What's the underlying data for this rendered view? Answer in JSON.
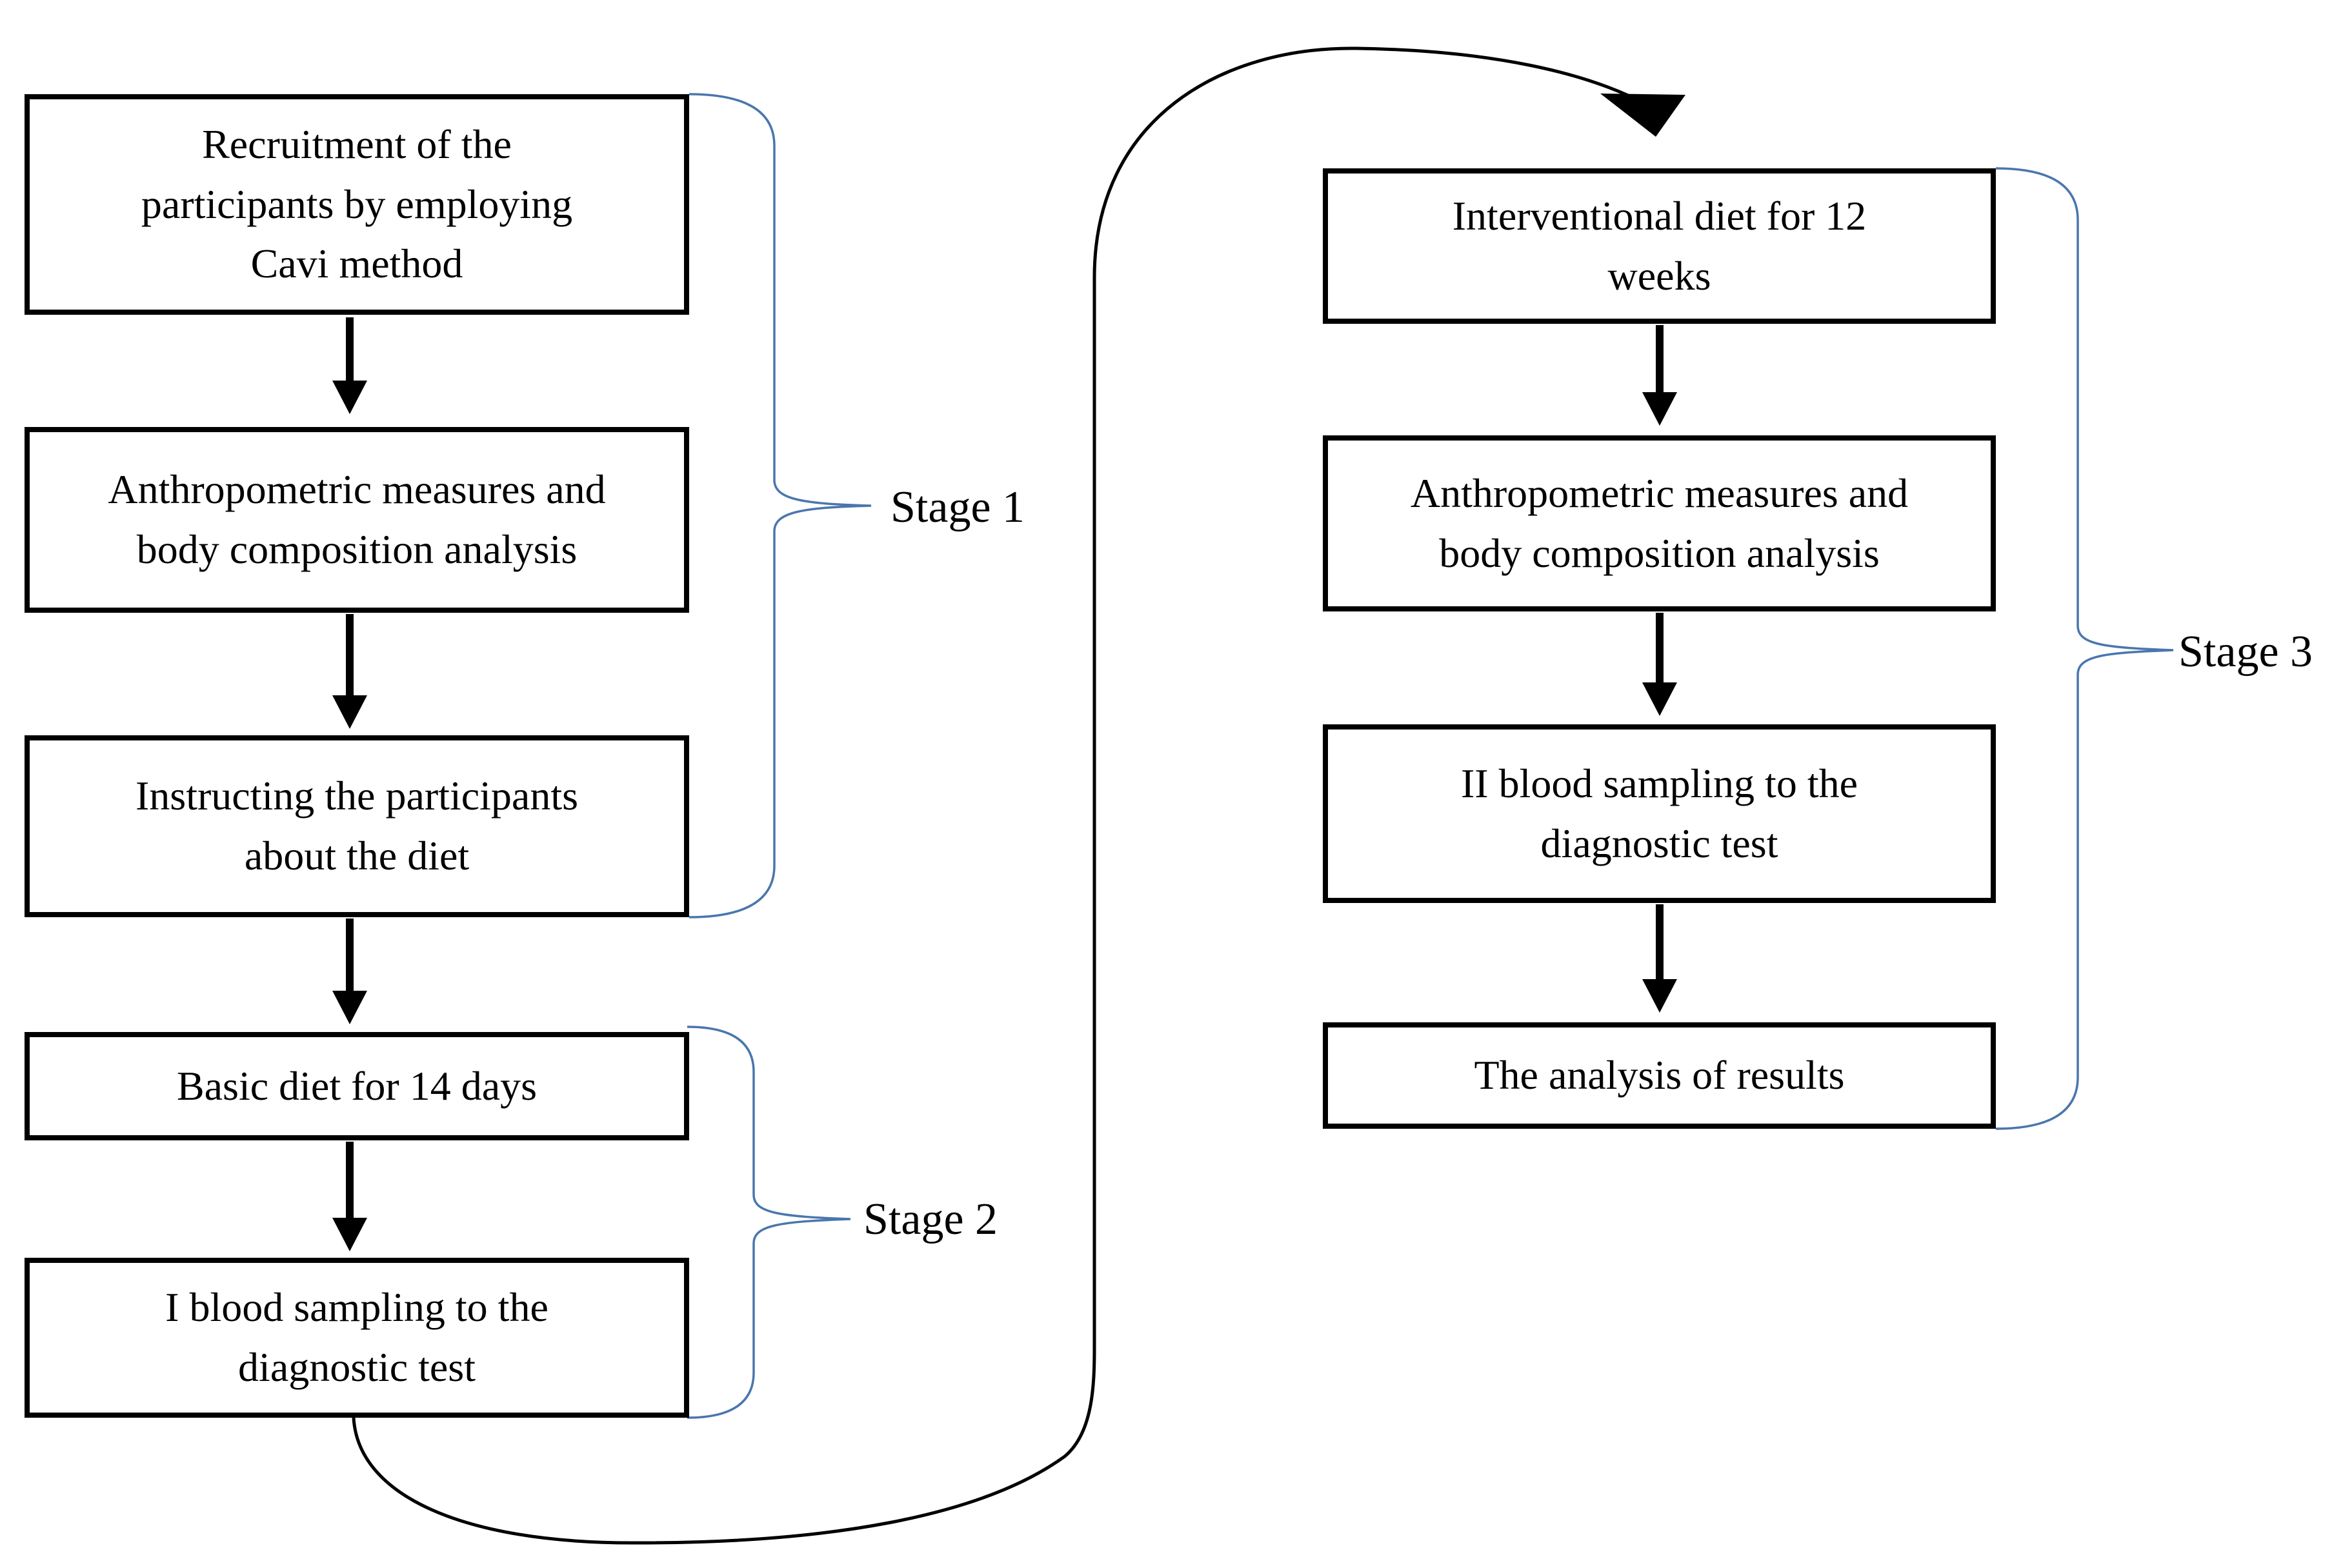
{
  "figure": {
    "boxes": {
      "recruitment": "Recruitment of the\nparticipants by employing\nCavi method",
      "anthropometric_stage1": "Anthropometric measures and\nbody composition analysis",
      "instructing": "Instructing the participants\nabout the diet",
      "basic_diet": "Basic diet for 14 days",
      "blood_sampling_first": "I blood sampling to the\ndiagnostic test",
      "interventional_diet": "Interventional diet for 12\nweeks",
      "anthropometric_stage3": "Anthropometric measures and\nbody composition analysis",
      "blood_sampling_second": "II blood sampling to the\ndiagnostic test",
      "analysis_results": "The analysis of results"
    },
    "stage_labels": {
      "stage1": "Stage 1",
      "stage2": "Stage 2",
      "stage3": "Stage 3"
    },
    "colors": {
      "background": "#ffffff",
      "box_border": "#000000",
      "text": "#000000",
      "arrow": "#000000",
      "brace": "#4a76ad"
    }
  }
}
